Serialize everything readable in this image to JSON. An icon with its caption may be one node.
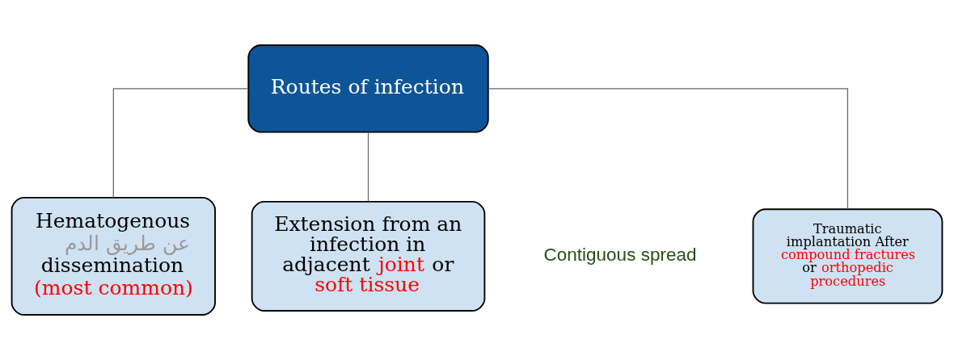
{
  "diagram": {
    "nodes": [
      {
        "text": [
          "Routes of infection"
        ]
      },
      {
        "text": [
          "Hematogenous",
          "عن طريق الدم",
          "dissemination",
          "(most common)"
        ]
      },
      {
        "text": [
          "Extension from an infection in adjacent",
          "joint",
          "or",
          "soft tissue"
        ],
        "beside": [
          "Contiguous spread"
        ]
      },
      {
        "text": [
          "Traumatic implantation After",
          "compound fractures",
          "or",
          "orthopedic procedures"
        ]
      }
    ],
    "edges": [
      {
        "from": 0,
        "to": 1,
        "arrow": "none"
      },
      {
        "from": 0,
        "to": 2,
        "arrow": "none"
      },
      {
        "from": 0,
        "to": 3,
        "arrow": "none"
      }
    ]
  }
}
